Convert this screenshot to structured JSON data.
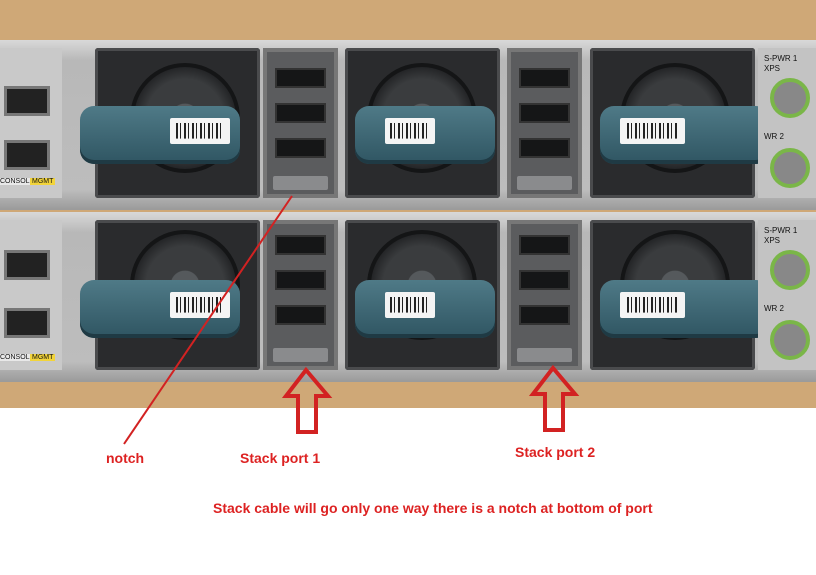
{
  "photo": {
    "description_icon": "switch-photo"
  },
  "unit_labels": {
    "console": "CONSOLE",
    "mgmt": "MGMT",
    "s_pwr": "S-PWR 1",
    "xps": "XPS",
    "pwr2": "WR 2"
  },
  "annotations": {
    "notch": "notch",
    "stack_port_1": "Stack port 1",
    "stack_port_2": "Stack port 2",
    "note": "Stack cable will go only one way there is a notch at bottom of port"
  },
  "colors": {
    "annotation": "#d22222",
    "handle": "#3b6472",
    "green_ring": "#7ab648"
  }
}
